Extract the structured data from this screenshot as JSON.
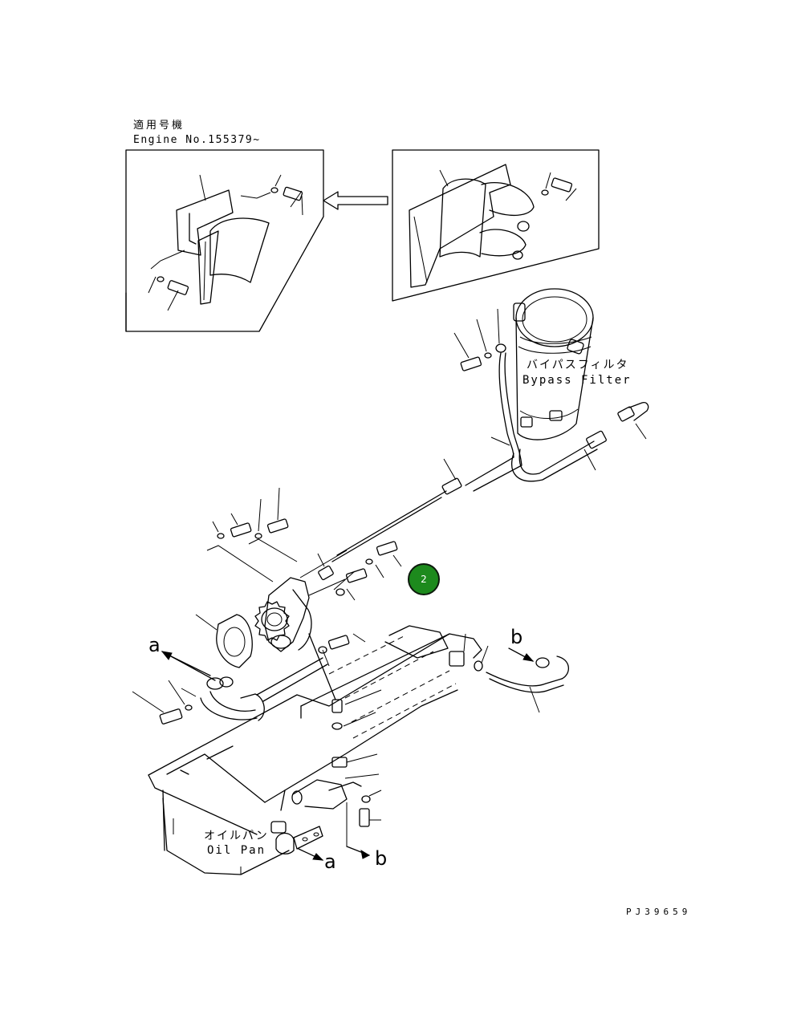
{
  "diagram": {
    "applicable_note": {
      "line1": "適用号機",
      "line2": "Engine No.155379~"
    },
    "labels": {
      "bypass_filter_jp": "バイパスフィルタ",
      "bypass_filter_en": "Bypass Filter",
      "oil_pan_jp": "オイルパン",
      "oil_pan_en": "Oil Pan"
    },
    "connection_letters": {
      "a_left": "a",
      "a_bottom": "a",
      "b_right": "b",
      "b_bottom": "b"
    },
    "drawing_code": "PJ39659",
    "callout_badge": "2",
    "badge_color": "#1d8a1d"
  }
}
